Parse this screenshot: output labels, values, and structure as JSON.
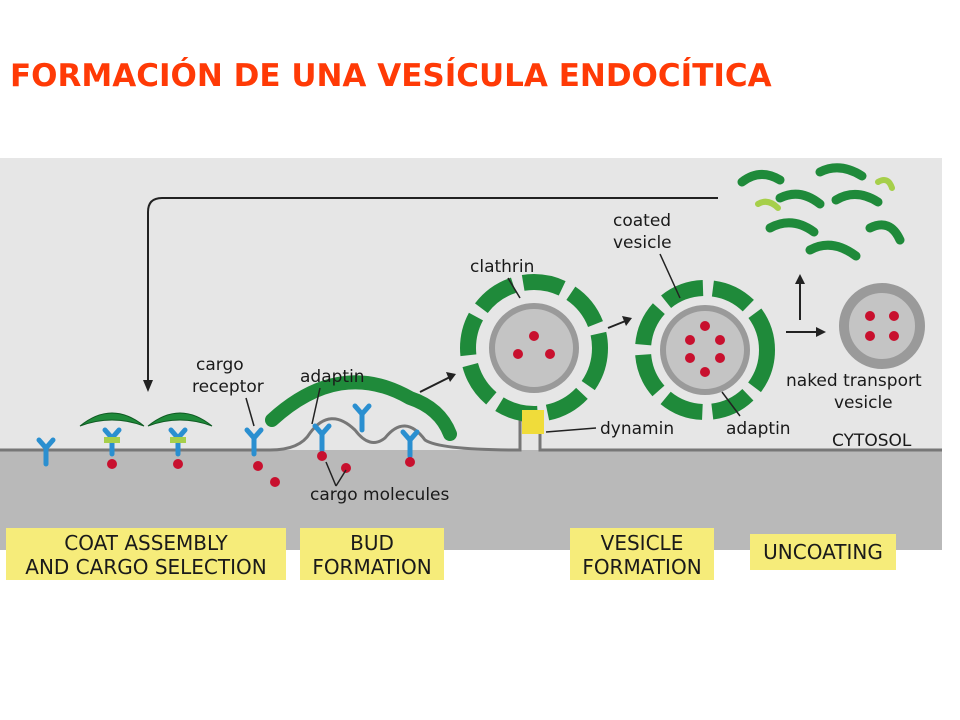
{
  "title": "FORMACIÓN DE UNA VESÍCULA ENDOCÍTICA",
  "labels": {
    "cargo_receptor_1": "cargo",
    "cargo_receptor_2": "receptor",
    "adaptin_top": "adaptin",
    "cargo_molecules": "cargo molecules",
    "clathrin": "clathrin",
    "coated_vesicle_1": "coated",
    "coated_vesicle_2": "vesicle",
    "dynamin": "dynamin",
    "adaptin_bottom": "adaptin",
    "naked_vesicle_1": "naked transport",
    "naked_vesicle_2": "vesicle",
    "cytosol": "CYTOSOL"
  },
  "stages": [
    {
      "line1": "COAT ASSEMBLY",
      "line2": "AND CARGO SELECTION"
    },
    {
      "line1": "BUD",
      "line2": "FORMATION"
    },
    {
      "line1": "VESICLE",
      "line2": "FORMATION"
    },
    {
      "line1": "UNCOATING",
      "line2": ""
    }
  ],
  "colors": {
    "title": "#ff3a06",
    "panel": "#e3e3e3",
    "membrane": "#b8b8b8",
    "clathrin": "#1f8a3a",
    "adaptin": "#a6cf4a",
    "receptor": "#2a8fd0",
    "cargo": "#c8102e",
    "dynamin": "#f0dc3a",
    "stage_box": "#f6ec7a"
  }
}
